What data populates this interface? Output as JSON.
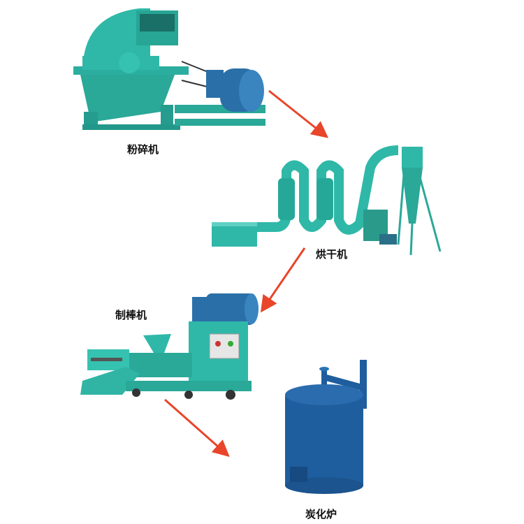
{
  "steps": [
    {
      "label": "粉碎机"
    },
    {
      "label": "烘干机"
    },
    {
      "label": "制棒机"
    },
    {
      "label": "炭化炉"
    }
  ],
  "colors": {
    "machine_teal": "#2fb8a8",
    "motor_blue": "#2a6fa8",
    "furnace_blue": "#1f5e9e",
    "arrow_red": "#e8452a"
  }
}
